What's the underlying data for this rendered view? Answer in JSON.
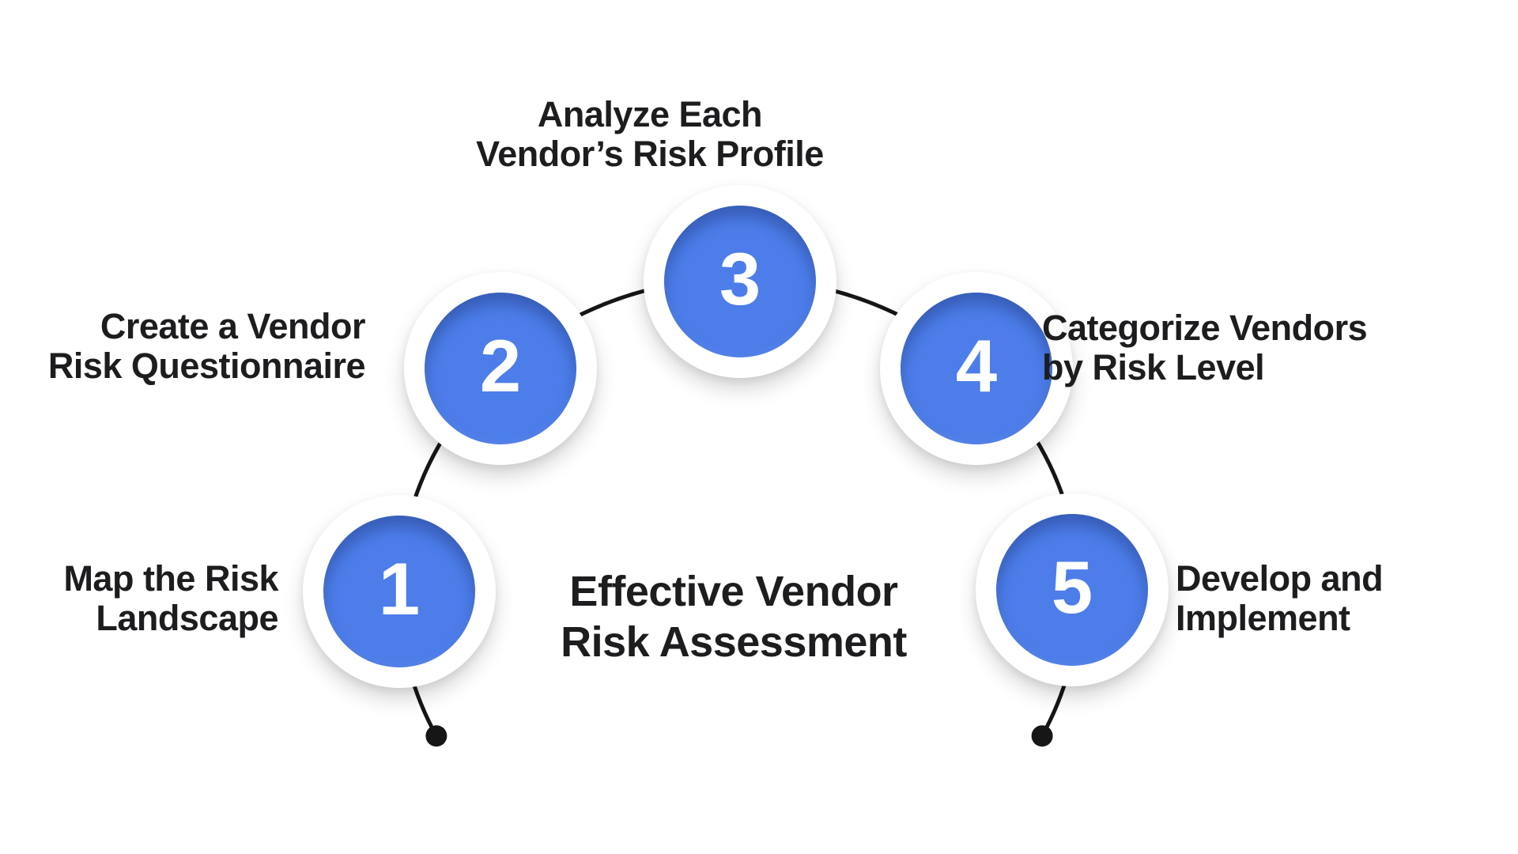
{
  "title": {
    "text": "Effective Vendor\nRisk Assessment"
  },
  "steps": [
    {
      "number": "1",
      "label": "Map the Risk\nLandscape"
    },
    {
      "number": "2",
      "label": "Create a Vendor\nRisk Questionnaire"
    },
    {
      "number": "3",
      "label": "Analyze Each\nVendor’s Risk Profile"
    },
    {
      "number": "4",
      "label": "Categorize Vendors\nby Risk Level"
    },
    {
      "number": "5",
      "label": "Develop and\nImplement"
    }
  ],
  "colors": {
    "background": "#FFFFFF",
    "circle_fill": "#4C7DE9",
    "ring": "#FFFFFF",
    "connector": "#161616",
    "text": "#1D1D20"
  }
}
